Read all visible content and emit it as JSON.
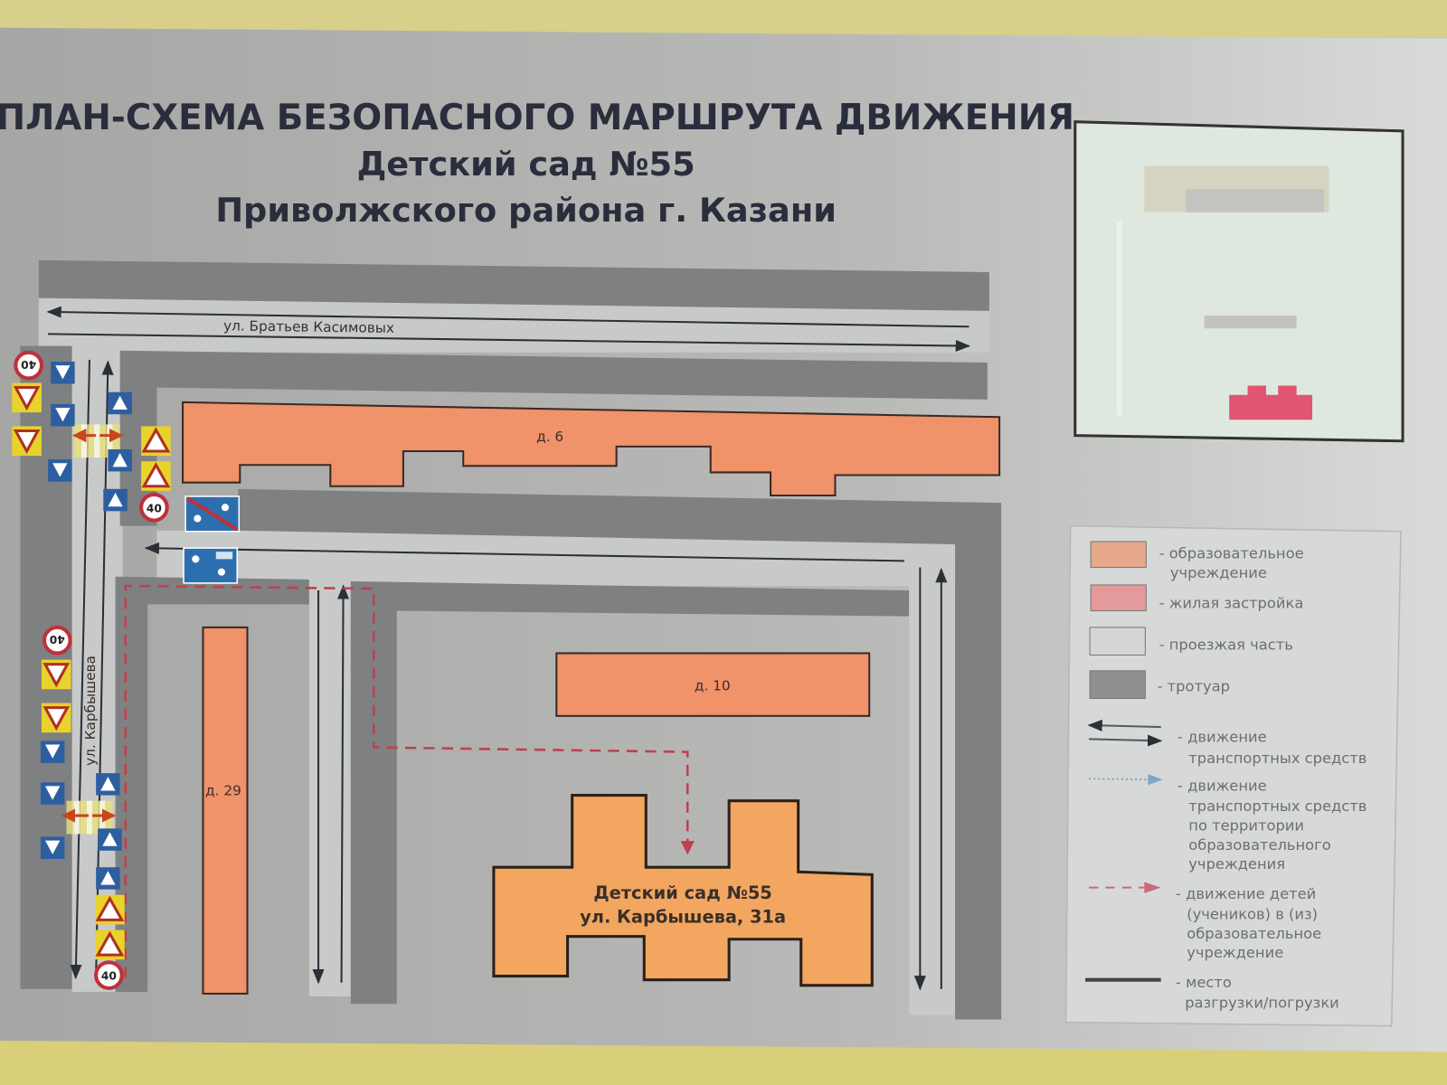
{
  "title": {
    "line1": "ПЛАН-СХЕМА БЕЗОПАСНОГО МАРШРУТА ДВИЖЕНИЯ",
    "line2": "Детский сад №55",
    "line3": "Приволжского района г. Казани"
  },
  "streets": {
    "top": "ул. Братьев Касимовых",
    "left": "ул. Карбышева"
  },
  "buildings": {
    "d6": "д. 6",
    "d10": "д. 10",
    "d29": "д. 29",
    "kindergarten_name": "Детский сад №55",
    "kindergarten_address": "ул. Карбышева, 31а"
  },
  "signs": {
    "speed_limit": "40"
  },
  "legend": {
    "items": [
      {
        "lines": [
          "- образовательное",
          "учреждение"
        ],
        "color": "#e7a88c"
      },
      {
        "lines": [
          "- жилая застройка"
        ],
        "color": "#e49a9a"
      },
      {
        "lines": [
          "- проезжая часть"
        ],
        "color": "#d3d6d5"
      },
      {
        "lines": [
          "- тротуар"
        ],
        "color": "#8e908f"
      },
      {
        "lines": [
          "- движение",
          "транспортных средств"
        ]
      },
      {
        "lines": [
          "- движение",
          "транспортных средств",
          "по территории",
          "образовательного",
          "учреждения"
        ]
      },
      {
        "lines": [
          "- движение детей",
          "(учеников) в (из)",
          "образовательное",
          "учреждение"
        ]
      },
      {
        "lines": [
          "- место",
          "разгрузки/погрузки"
        ]
      }
    ]
  },
  "colors": {
    "building": "#f0926a",
    "kindergarten": "#f2a660",
    "sidewalk": "#7e7f80",
    "road": "#c6c8c8",
    "route": "#c0404c"
  }
}
